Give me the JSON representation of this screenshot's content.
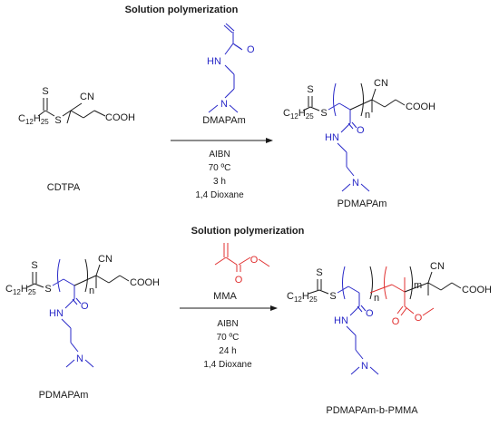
{
  "headers": {
    "top": "Solution polymerization",
    "bottom": "Solution polymerization"
  },
  "reaction1": {
    "monomer": "DMAPAm",
    "conditions": [
      "AIBN",
      "70 ºC",
      "3 h",
      "1,4 Dioxane"
    ],
    "reactant_label": "CDTPA",
    "product_label": "PDMAPAm"
  },
  "reaction2": {
    "monomer": "MMA",
    "conditions": [
      "AIBN",
      "70 ºC",
      "24 h",
      "1,4 Dioxane"
    ],
    "reactant_label": "PDMAPAm",
    "product_label": "PDMAPAm-b-PMMA"
  },
  "atoms": {
    "S": "S",
    "O": "O",
    "HN": "HN",
    "N": "N",
    "CN": "CN",
    "COOH": "COOH",
    "C12H25": "C",
    "c12_sub": "12",
    "h": "H",
    "h25_sub": "25",
    "n": "n",
    "m": "m"
  },
  "colors": {
    "black": "#1a1a1a",
    "blue": "#2929c8",
    "red": "#e03030"
  }
}
